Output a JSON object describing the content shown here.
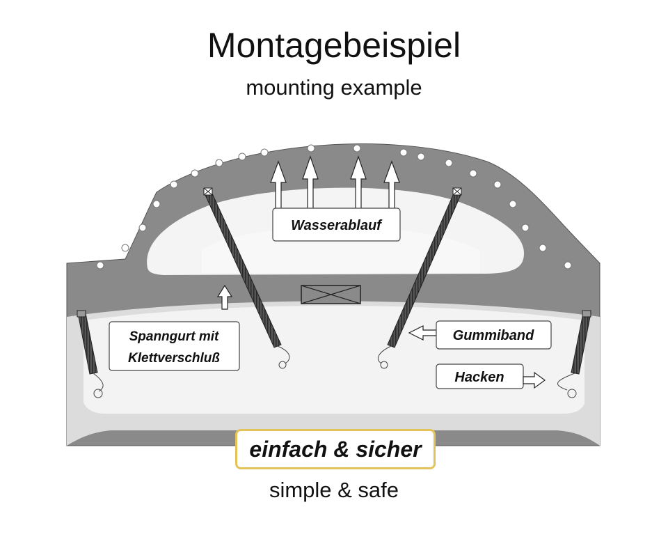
{
  "title": "Montagebeispiel",
  "subtitle": "mounting example",
  "labels": {
    "water_drain": "Wasserablauf",
    "strap_line1": "Spanngurt mit",
    "strap_line2": "Klettverschluß",
    "rubber_band": "Gummiband",
    "hook": "Hacken"
  },
  "tagline": {
    "de": "einfach & sicher",
    "en": "simple & safe"
  },
  "colors": {
    "frame_dark": "#8a8a8a",
    "cover_light": "#f1f1f1",
    "highlight_border": "#e3c25a"
  }
}
